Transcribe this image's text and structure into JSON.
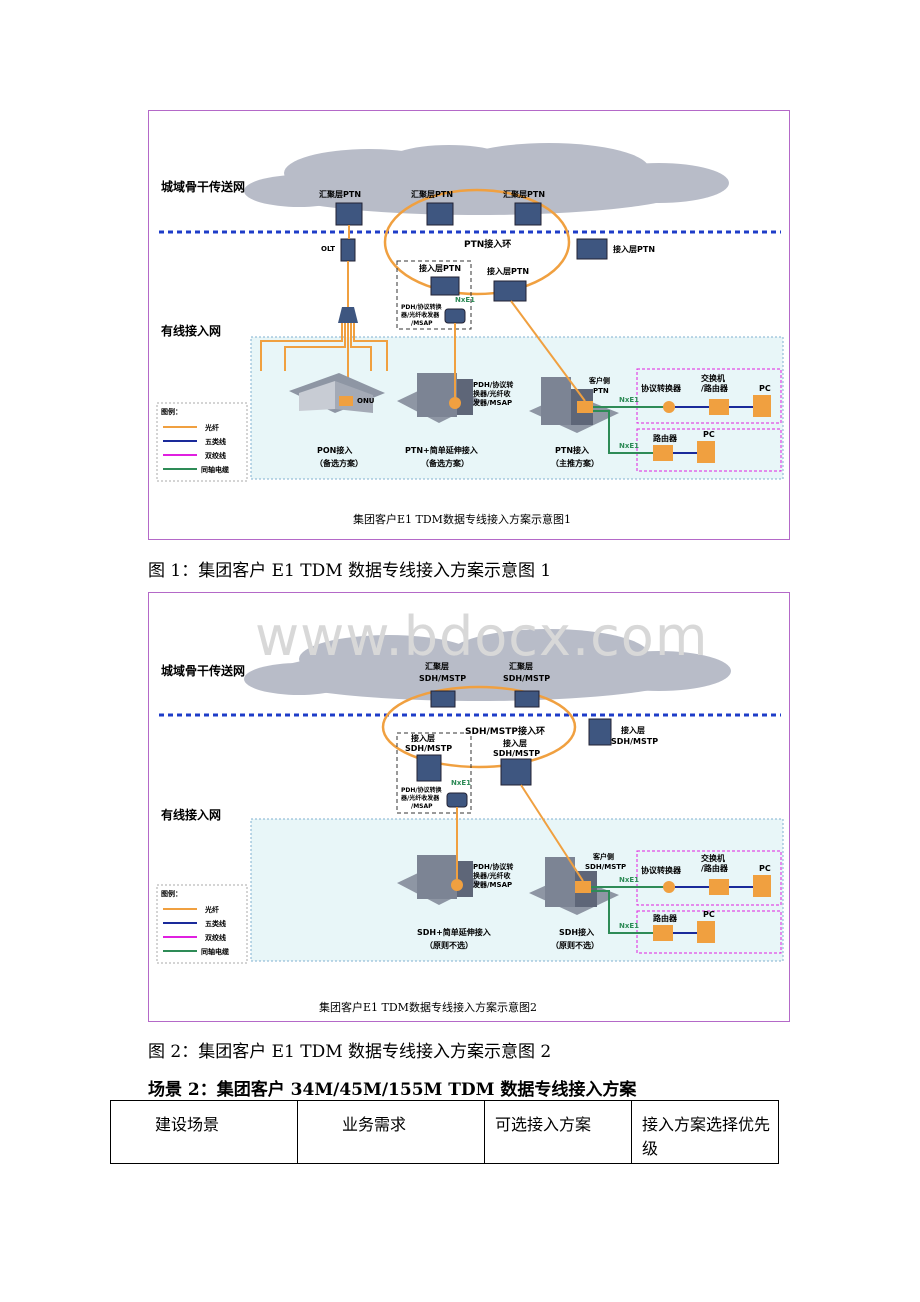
{
  "figure1": {
    "backbone_label": "城域骨干传送网",
    "wired_label": "有线接入网",
    "ptn_ring_label": "PTN接入环",
    "agg_nodes": [
      "汇聚层PTN",
      "汇聚层PTN",
      "汇聚层PTN"
    ],
    "access_ptn_right": "接入层PTN",
    "access_ptn_mid": "接入层PTN",
    "access_ptn_box": "接入层PTN",
    "olt": "OLT",
    "nxe1_labels": [
      "NxE1",
      "NxE1",
      "NxE1"
    ],
    "pdh_box_label": [
      "PDH/协议转换",
      "器/光纤收发器",
      "/MSAP"
    ],
    "pdh_building_label": [
      "PDH/协议转",
      "换器/光纤收",
      "发器/MSAP"
    ],
    "onu": "ONU",
    "customer_ptn": [
      "客户侧",
      "PTN"
    ],
    "protocol_converter": "协议转换器",
    "switch_router": [
      "交换机",
      "/路由器"
    ],
    "pc": "PC",
    "router": "路由器",
    "scenarios": [
      {
        "name": "PON接入",
        "sub": "（备选方案）"
      },
      {
        "name": "PTN+简单延伸接入",
        "sub": "（备选方案）"
      },
      {
        "name": "PTN接入",
        "sub": "（主推方案）"
      }
    ],
    "legend_title": "图例：",
    "legend": [
      "光纤",
      "五类线",
      "双绞线",
      "同轴电缆"
    ],
    "inner_caption": "集团客户E1 TDM数据专线接入方案示意图1"
  },
  "caption1": "图 1：集团客户 E1 TDM 数据专线接入方案示意图 1",
  "figure2": {
    "backbone_label": "城域骨干传送网",
    "wired_label": "有线接入网",
    "ring_label": "SDH/MSTP接入环",
    "agg_nodes": [
      [
        "汇聚层",
        "SDH/MSTP"
      ],
      [
        "汇聚层",
        "SDH/MSTP"
      ]
    ],
    "access_right": [
      "接入层",
      "SDH/MSTP"
    ],
    "access_mid": [
      "接入层",
      "SDH/MSTP"
    ],
    "access_box": [
      "接入层",
      "SDH/MSTP"
    ],
    "nxe1_labels": [
      "NxE1",
      "NxE1",
      "NxE1"
    ],
    "pdh_box_label": [
      "PDH/协议转换",
      "器/光纤收发器",
      "/MSAP"
    ],
    "pdh_building_label": [
      "PDH/协议转",
      "换器/光纤收",
      "发器/MSAP"
    ],
    "customer_sdh": [
      "客户侧",
      "SDH/MSTP"
    ],
    "protocol_converter": "协议转换器",
    "switch_router": [
      "交换机",
      "/路由器"
    ],
    "pc": "PC",
    "router": "路由器",
    "scenarios": [
      {
        "name": "SDH+简单延伸接入",
        "sub": "（原则不选）"
      },
      {
        "name": "SDH接入",
        "sub": "（原则不选）"
      }
    ],
    "legend_title": "图例：",
    "legend": [
      "光纤",
      "五类线",
      "双绞线",
      "同轴电缆"
    ],
    "inner_caption": "集团客户E1 TDM数据专线接入方案示意图2"
  },
  "caption2": "图 2：集团客户 E1 TDM 数据专线接入方案示意图 2",
  "watermark": "www.bdocx.com",
  "scenario_heading": "场景 2：集团客户 34M/45M/155M TDM 数据专线接入方案",
  "table": {
    "headers": [
      "建设场景",
      "业务需求",
      "可选接入方案",
      "接入方案选择优先级"
    ]
  },
  "colors": {
    "fiber": "#f0a040",
    "cat5": "#1a2a9a",
    "twisted": "#e020e0",
    "coax": "#2e8b57",
    "border": "#b469c8",
    "accent_dash": "#1e3cc8"
  }
}
